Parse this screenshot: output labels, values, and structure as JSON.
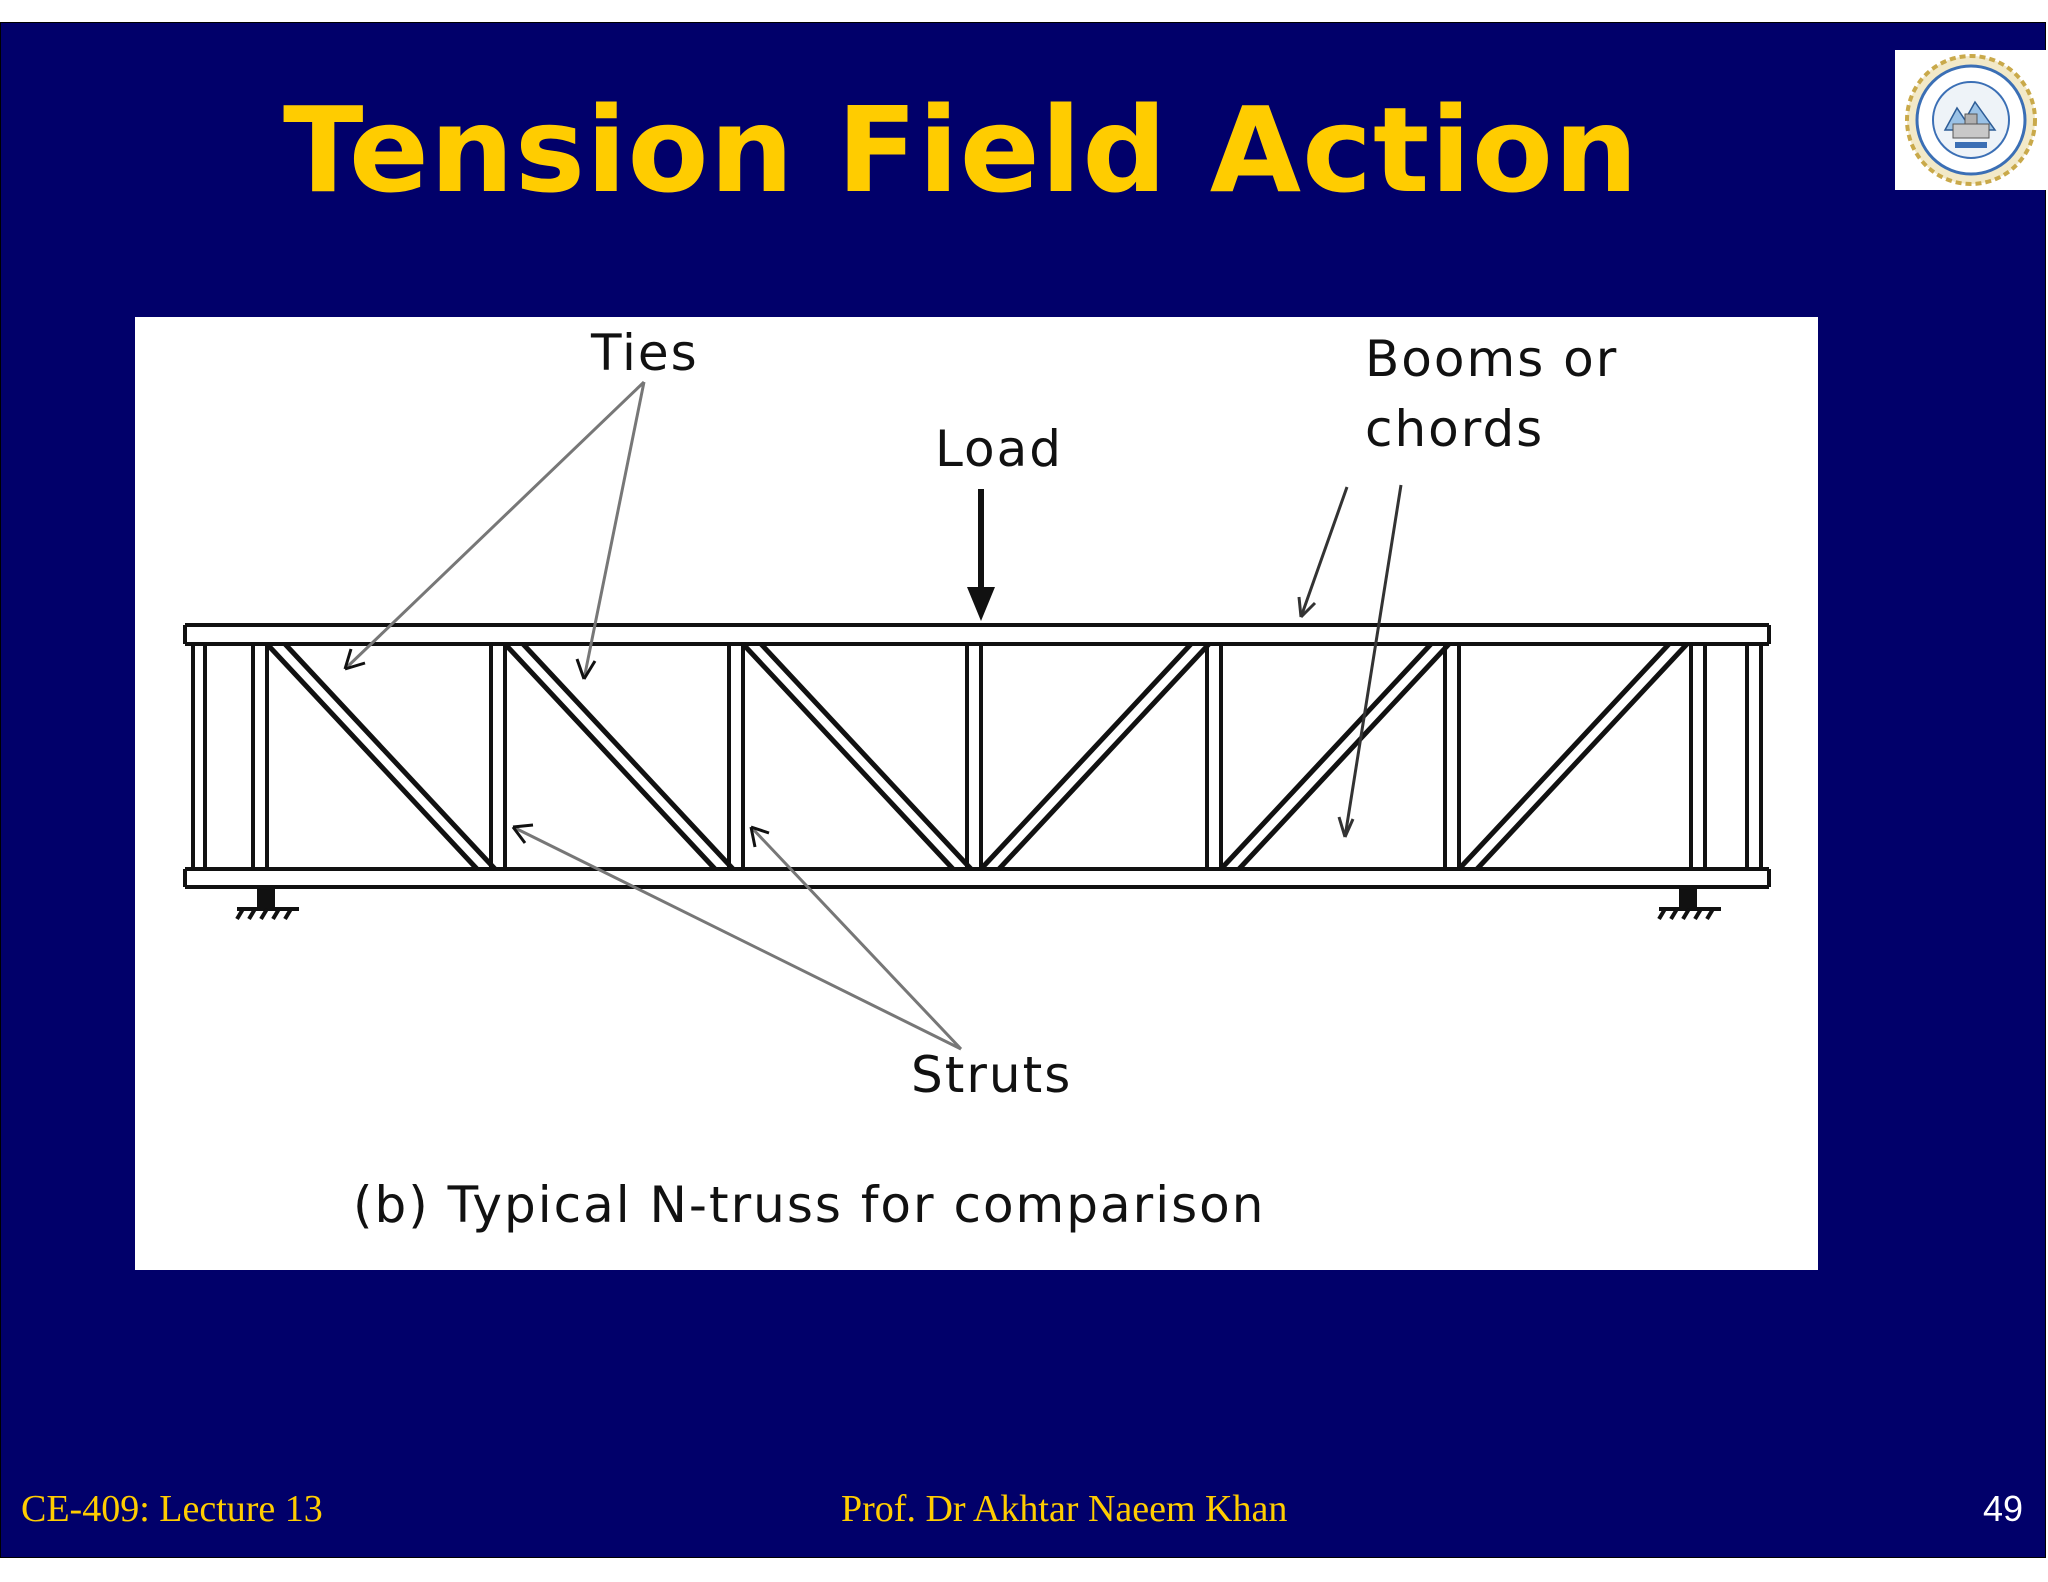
{
  "slide": {
    "title": "Tension Field Action",
    "background_color": "#01006a",
    "title_color": "#ffcc00"
  },
  "logo": {
    "name": "university-seal-icon"
  },
  "figure": {
    "labels": {
      "ties": "Ties",
      "load": "Load",
      "booms_line1": "Booms or",
      "booms_line2": "chords",
      "struts": "Struts",
      "caption": "(b) Typical N-truss for comparison"
    }
  },
  "footer": {
    "course": "CE-409: Lecture 13",
    "author": "Prof. Dr Akhtar Naeem Khan",
    "page": "49"
  }
}
